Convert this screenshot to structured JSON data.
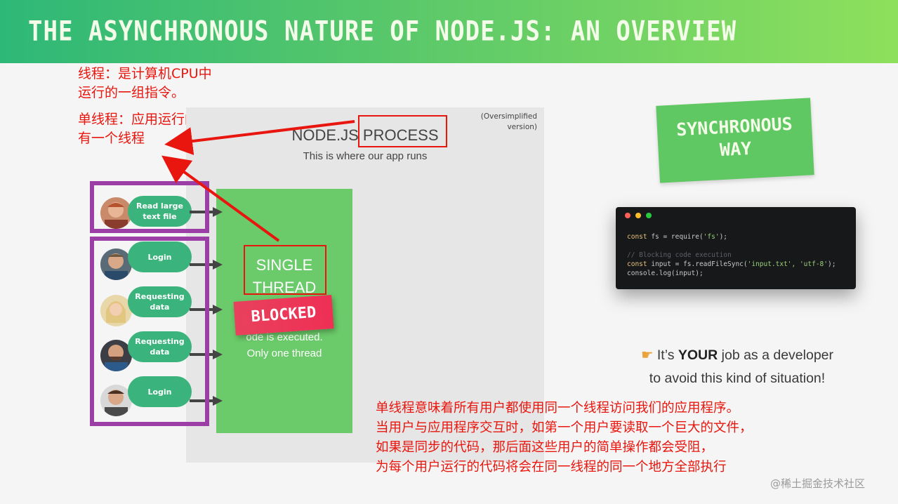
{
  "header": {
    "title": "THE ASYNCHRONOUS NATURE OF NODE.JS: AN OVERVIEW"
  },
  "annotations": {
    "thread_note": "线程：是计算机CPU中\n运行的一组指令。",
    "single_thread_note": "单线程：应用运行的进程中只\n有一个线程",
    "bottom_note": "单线程意味着所有用户都使用同一个线程访问我们的应用程序。\n当用户与应用程序交互时，如第一个用户要读取一个巨大的文件，\n如果是同步的代码，那后面这些用户的简单操作都会受阻，\n为每个用户运行的代码将会在同一线程的同一个地方全部执行"
  },
  "process": {
    "oversimplified": "(Oversimplified\nversion)",
    "title": "NODE.JS PROCESS",
    "subtitle": "This is where our app runs"
  },
  "thread": {
    "label": "SINGLE\nTHREAD",
    "desc": "ode is executed.\nOnly one thread",
    "blocked": "BLOCKED"
  },
  "users": [
    {
      "action": "Read large\ntext file"
    },
    {
      "action": "Login"
    },
    {
      "action": "Requesting\ndata"
    },
    {
      "action": "Requesting\ndata"
    },
    {
      "action": "Login"
    }
  ],
  "badge": {
    "text": "SYNCHRONOUS\nWAY"
  },
  "code": {
    "line1_kw": "const",
    "line1": " fs = require(",
    "line1_str": "'fs'",
    "line1_end": ");",
    "comment": "// Blocking code execution",
    "line3_kw": "const",
    "line3": " input = fs.readFileSync(",
    "line3_str": "'input.txt', 'utf-8'",
    "line3_end": ");",
    "line4": "console.log(input);"
  },
  "message": {
    "hand_icon": "pointing-hand-icon",
    "pre": "It’s ",
    "strong": "YOUR",
    "post": " job as a developer",
    "line2": "to avoid this kind of situation!"
  },
  "watermark": "@稀土掘金技术社区",
  "colors": {
    "accent_red": "#e8160e",
    "purple": "#9b3fa6",
    "green": "#6bcb6a",
    "pill": "#3bb37c"
  }
}
